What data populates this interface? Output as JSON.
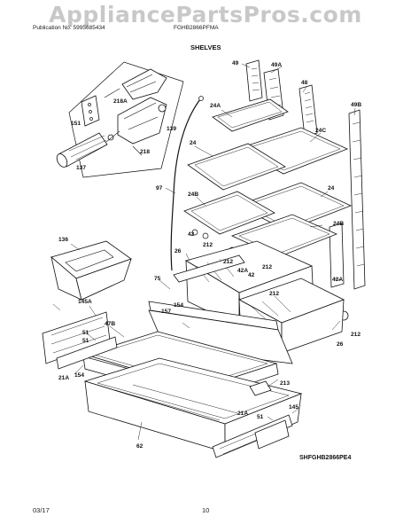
{
  "watermark": "AppliancePartsPros.com",
  "header": {
    "publication": "Publication No: 5995685434",
    "model": "FGHB2866PFMA"
  },
  "section_title": "SHELVES",
  "diagram_code": "SHFGHB2866PE4",
  "footer": {
    "date": "03/17",
    "page": "10"
  },
  "callouts": {
    "p49": "49",
    "p49A": "49A",
    "p48": "48",
    "p49B": "49B",
    "p24A": "24A",
    "p24C": "24C",
    "p24a": "24",
    "p24b": "24",
    "p24B": "24B",
    "p24Bb": "24B",
    "p97": "97",
    "p26a": "26",
    "p26b": "26",
    "p42a": "42",
    "p42b": "42",
    "p42A": "42A",
    "p42Ab": "42A",
    "p212a": "212",
    "p212b": "212",
    "p212c": "212",
    "p212d": "212",
    "p136": "136",
    "p75": "75",
    "p154a": "154",
    "p154b": "154",
    "p157": "157",
    "p145A": "145A",
    "p47B": "47B",
    "p51a": "51",
    "p51b": "51",
    "p21Aa": "21A",
    "p21Ab": "21A",
    "p213": "213",
    "p145": "145",
    "p62": "62",
    "p151": "151",
    "p218A": "218A",
    "p139": "139",
    "p218": "218",
    "p137": "137"
  }
}
